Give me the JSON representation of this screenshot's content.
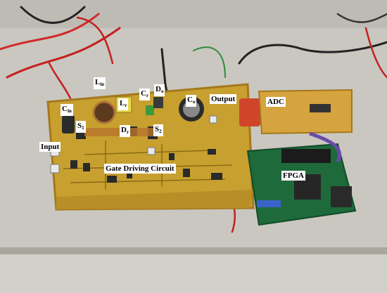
{
  "photo": {
    "description_icon": "hardware-photo",
    "colors": {
      "table": "#c9c7c0",
      "pcb": "#c8a030",
      "pcb_edge": "#a5781c",
      "fpga_board": "#1e6a3a"
    }
  },
  "labels": {
    "input": "Input",
    "cin": {
      "main": "C",
      "sub": "in"
    },
    "s1": {
      "main": "S",
      "sub": "1"
    },
    "lin": {
      "main": "L",
      "sub": "in"
    },
    "lr": {
      "main": "L",
      "sub": "r"
    },
    "cr": {
      "main": "C",
      "sub": "r"
    },
    "do": {
      "main": "D",
      "sub": "o"
    },
    "co": {
      "main": "C",
      "sub": "o"
    },
    "dr": {
      "main": "D",
      "sub": "r"
    },
    "s2": {
      "main": "S",
      "sub": "2"
    },
    "output": "Output",
    "adc": "ADC",
    "gate_driving_circuit": "Gate Driving Circuit",
    "fpga": "FPGA"
  }
}
